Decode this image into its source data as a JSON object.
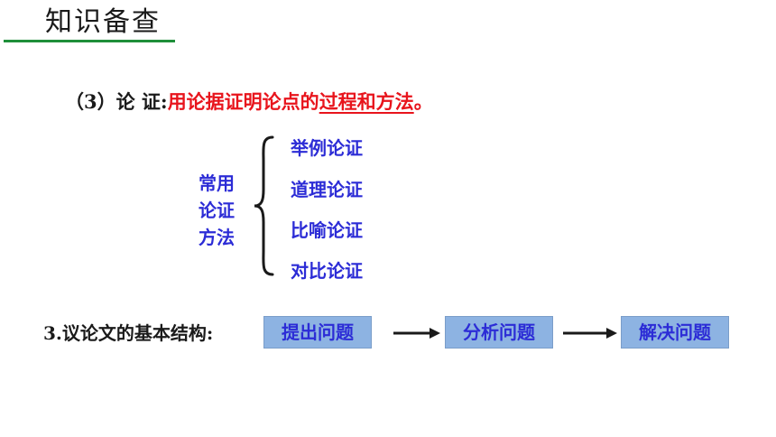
{
  "header": {
    "title": "知识备查",
    "rule_color": "#1f8f3a"
  },
  "point": {
    "label": "（3）论 证:",
    "definition_prefix": "用论据证明论点的",
    "definition_underlined": "过程和方法",
    "definition_suffix": "。"
  },
  "methods": {
    "group_label_lines": [
      "常用",
      "论证",
      "方法"
    ],
    "items": [
      "举例论证",
      "道理论证",
      "比喻论证",
      "对比论证"
    ]
  },
  "structure": {
    "label": "3.议论文的基本结构:",
    "steps": [
      "提出问题",
      "分析问题",
      "解决问题"
    ]
  },
  "colors": {
    "text_blue": "#2c2cd6",
    "text_red": "#e8141c",
    "step_fill": "#8db3e2"
  }
}
